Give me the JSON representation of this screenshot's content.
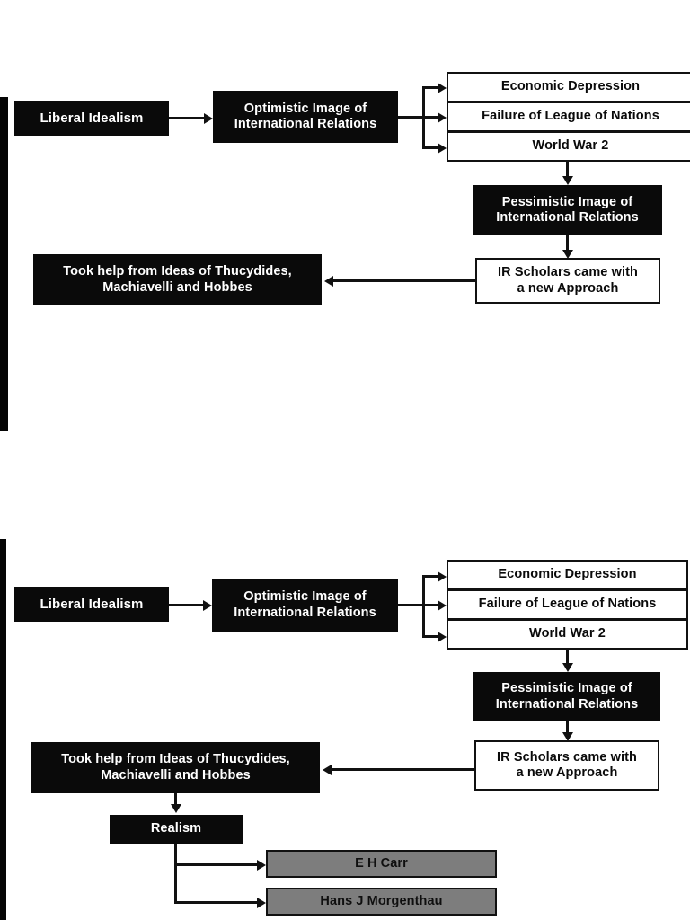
{
  "document": {
    "type": "flowchart-scan",
    "page_background": "#ffffff",
    "colors": {
      "black_node": "#0a0a0a",
      "white_node_fill": "#ffffff",
      "grey_node_fill": "#7d7d7d",
      "stroke": "#111111",
      "text_on_black": "#ffffff",
      "text_on_white": "#0a0a0a"
    }
  },
  "diagram_top": {
    "nodes": {
      "liberal_idealism": "Liberal  Idealism",
      "optimistic_image_l1": "Optimistic Image of",
      "optimistic_image_l2": "International Relations",
      "economic_depression": "Economic Depression",
      "failure_of_league": "Failure of League of Nations",
      "world_war_2": "World War 2",
      "pessimistic_image_l1": "Pessimistic Image of",
      "pessimistic_image_l2": "International Relations",
      "ir_scholars_l1": "IR Scholars came with",
      "ir_scholars_l2": "a new Approach",
      "took_help_l1": "Took help from Ideas of Thucydides,",
      "took_help_l2": "Machiavelli and Hobbes"
    }
  },
  "diagram_bottom": {
    "nodes": {
      "liberal_idealism": "Liberal  Idealism",
      "optimistic_image_l1": "Optimistic Image of",
      "optimistic_image_l2": "International Relations",
      "economic_depression": "Economic Depression",
      "failure_of_league": "Failure of League of Nations",
      "world_war_2": "World War 2",
      "pessimistic_image_l1": "Pessimistic Image of",
      "pessimistic_image_l2": "International Relations",
      "ir_scholars_l1": "IR Scholars came with",
      "ir_scholars_l2": "a new Approach",
      "took_help_l1": "Took help from Ideas of Thucydides,",
      "took_help_l2": "Machiavelli and Hobbes",
      "realism": "Realism",
      "eh_carr": "E H Carr",
      "hans_j_morgenthau": "Hans J Morgenthau"
    }
  }
}
